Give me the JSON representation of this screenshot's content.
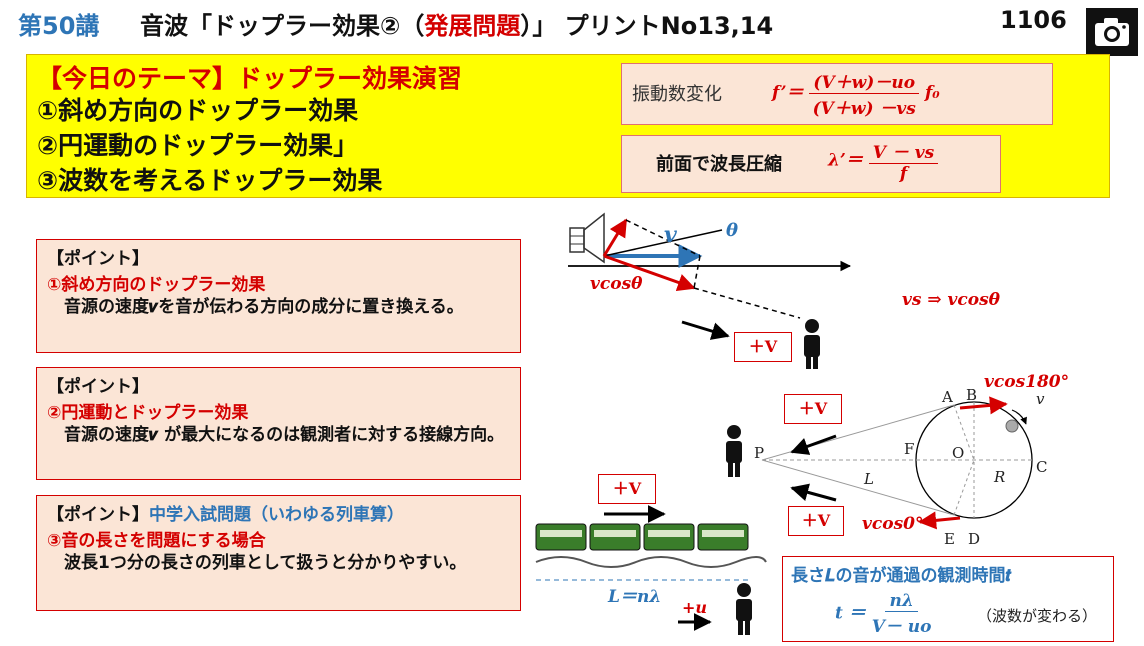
{
  "header": {
    "lecture": "第50講",
    "title_a": "音波「ドップラー効果②（",
    "title_b": "発展問題",
    "title_c": "）」 プリントNo13,14",
    "code": "1106"
  },
  "theme": {
    "heading": "【今日のテーマ】ドップラー効果演習",
    "items": [
      "①斜め方向のドップラー効果",
      "②円運動のドップラー効果」",
      "③波数を考えるドップラー効果"
    ],
    "formula1_label": "振動数変化",
    "formula1_lhs": "f’＝",
    "formula1_num": "(V＋w)－uo",
    "formula1_den": "(V＋w) －vs",
    "formula1_rhs": "f₀",
    "formula2_label": "前面で波長圧縮",
    "formula2_lhs": "λ’＝",
    "formula2_num": "V － vs",
    "formula2_den": "f"
  },
  "points": [
    {
      "head": "【ポイント】",
      "sub": "①斜め方向のドップラー効果",
      "body": "　音源の速度𝒗を音が伝わる方向の成分に置き換える。"
    },
    {
      "head": "【ポイント】",
      "sub": "②円運動とドップラー効果",
      "body": "　音源の速度𝒗 が最大になるのは観測者に対する接線方向。"
    },
    {
      "head": "【ポイント】",
      "head_note": "中学入試問題（いわゆる列車算）",
      "sub": "③音の長さを問題にする場合",
      "body": "　波長1つ分の長さの列車として扱うと分かりやすい。"
    }
  ],
  "diagram": {
    "v": "v",
    "theta": "θ",
    "vcos": "vcosθ",
    "vs_to": "vs ⇒ vcosθ",
    "plusV": "＋V",
    "vcos180": "vcos180°",
    "vcos0": "vcos0°",
    "pts": {
      "A": "A",
      "B": "B",
      "C": "C",
      "D": "D",
      "E": "E",
      "F": "F",
      "O": "O",
      "P": "P",
      "L": "L",
      "R": "R",
      "v": "v"
    },
    "Ln": "L＝nλ",
    "plusu": "+u"
  },
  "obs": {
    "title": "長さ𝑳の音が通過の観測時間𝒕",
    "lhs": "t ＝",
    "num": "nλ",
    "den": "V－ uo",
    "note": "（波数が変わる）"
  },
  "colors": {
    "accent_blue": "#2e75b6",
    "accent_red": "#d40000",
    "theme_bg": "#ffff00",
    "box_bg": "#fbe5d6"
  }
}
